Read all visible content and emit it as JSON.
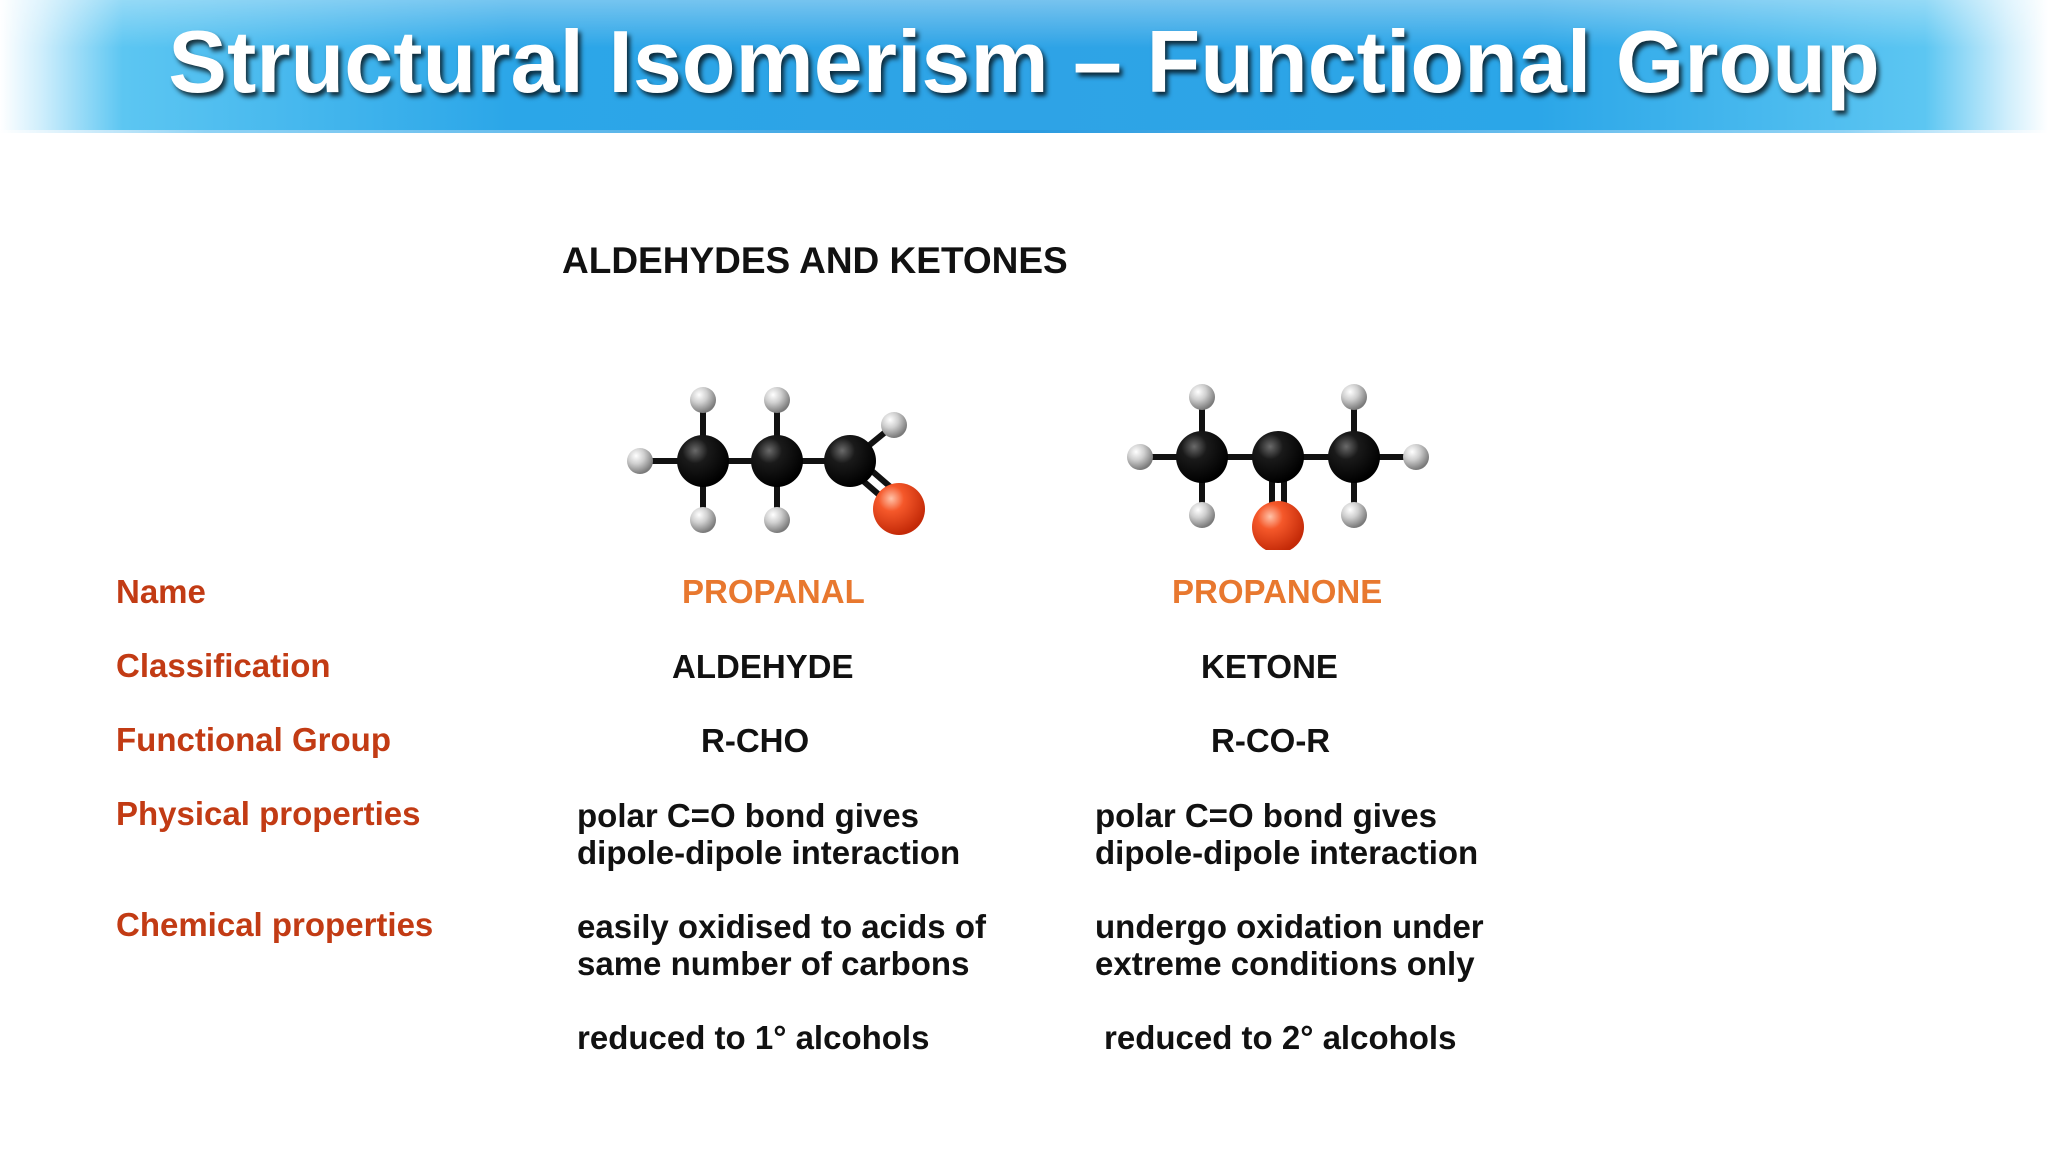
{
  "slide": {
    "title": "Structural Isomerism – Functional Group",
    "section_heading": "ALDEHYDES AND KETONES"
  },
  "molecules": {
    "left_icon": "propanal-ball-and-stick-model",
    "right_icon": "propanone-ball-and-stick-model",
    "colors": {
      "carbon": "#0d0d0d",
      "hydrogen": "#c8c8c8",
      "oxygen": "#f04a20"
    }
  },
  "rows": {
    "name_label": "Name",
    "classification_label": "Classification",
    "functional_group_label": "Functional Group",
    "physical_label": "Physical properties",
    "chemical_label": "Chemical properties"
  },
  "aldehyde": {
    "name": "PROPANAL",
    "classification": "ALDEHYDE",
    "functional_group": "R-CHO",
    "physical_line1": "polar C=O bond gives",
    "physical_line2": "dipole-dipole interaction",
    "chemical_line1": "easily oxidised to acids of",
    "chemical_line2": "same number of carbons",
    "reduction": "reduced to 1° alcohols"
  },
  "ketone": {
    "name": "PROPANONE",
    "classification": "KETONE",
    "functional_group": "R-CO-R",
    "physical_line1": "polar C=O bond gives",
    "physical_line2": "dipole-dipole interaction",
    "chemical_line1": "undergo oxidation under",
    "chemical_line2": "extreme conditions only",
    "reduction": "reduced to 2° alcohols"
  },
  "theme": {
    "label_color": "#c23b14",
    "name_color": "#e8782f",
    "title_bar_color": "#2ba6e8"
  }
}
